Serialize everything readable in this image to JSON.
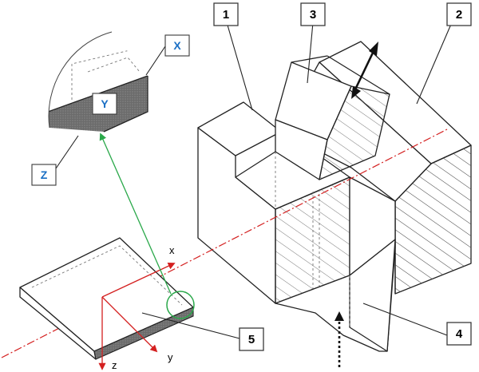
{
  "callouts": {
    "c1": "1",
    "c2": "2",
    "c3": "3",
    "c4": "4",
    "c5": "5"
  },
  "detail_axes": {
    "x": "X",
    "y": "Y",
    "z": "Z"
  },
  "coord_axes": {
    "x": "x",
    "y": "y",
    "z": "z"
  },
  "colors": {
    "axis_red": "#d42020",
    "link_green": "#2aa84a",
    "label_blue": "#1a6fc4"
  }
}
